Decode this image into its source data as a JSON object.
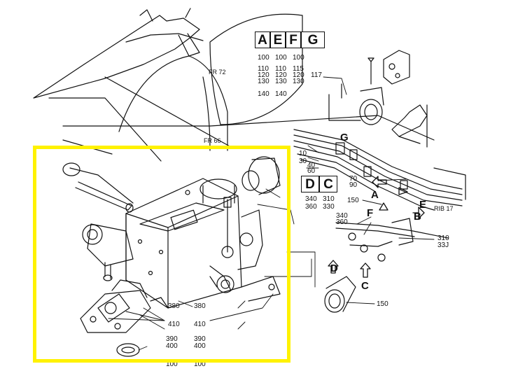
{
  "frame_labels": {
    "fr72": "FR 72",
    "fr66": "FR 66",
    "rib17": "RIB 17"
  },
  "model_boxes": {
    "top": [
      "A",
      "E",
      "F",
      "G"
    ],
    "middle": [
      "D",
      "C"
    ]
  },
  "grid_rows": [
    [
      "100",
      "100",
      "100"
    ],
    [
      "110",
      "110",
      "115"
    ],
    [
      "120",
      "120",
      "120"
    ],
    [
      "130",
      "130",
      "130"
    ],
    [
      "140",
      "140",
      ""
    ]
  ],
  "callouts": {
    "c117": "117",
    "c10": "10",
    "c30": "30",
    "c40": "40",
    "c60": "60",
    "c70": "70",
    "c90": "90",
    "c150a": "150",
    "c150b": "150",
    "c340a": "340",
    "c310a": "310",
    "c360a": "360",
    "c330a": "330",
    "c340b": "340",
    "c360b": "360",
    "c310b": "310",
    "c330b": "33J",
    "c380a": "380",
    "c380b": "380",
    "c410a": "410",
    "c410b": "410",
    "c390a": "390",
    "c400a": "400",
    "c390b": "390",
    "c400b": "400",
    "c100a": "100",
    "c100b": "100"
  },
  "view_letters": {
    "A": "A",
    "B": "B",
    "C": "C",
    "D": "D",
    "E": "E",
    "F": "F",
    "G": "G"
  },
  "colors": {
    "highlight": "#fff200",
    "ink": "#111111"
  }
}
